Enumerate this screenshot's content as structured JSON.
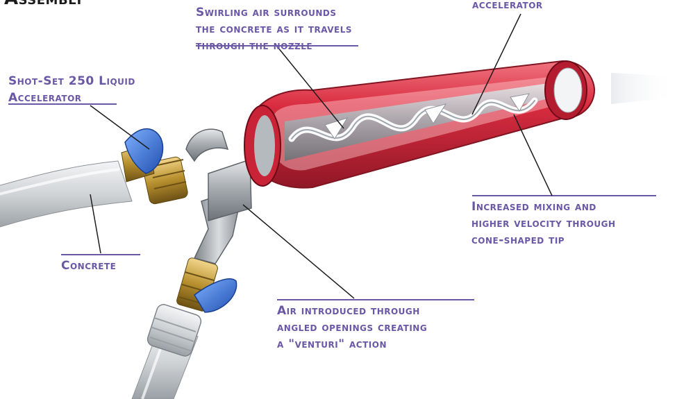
{
  "title": "Assembly",
  "callouts": {
    "swirl": [
      "Swirling air surrounds",
      "the concrete as it travels",
      "through the nozzle"
    ],
    "accelerator_top": "accelerator",
    "shotset": [
      "Shot-Set 250 Liquid",
      "Accelerator"
    ],
    "mixing": [
      "Increased mixing and",
      "higher velocity through",
      "cone-shaped tip"
    ],
    "concrete": "Concrete",
    "air": [
      "Air introduced through",
      "angled openings creating",
      "a \"venturi\" action"
    ]
  },
  "colors": {
    "label": "#6a58a6",
    "nozzle_red": "#d8263a",
    "valve_blue": "#2f6fd6",
    "brass": "#b8902e",
    "hose": "#d7dadc",
    "steel": "#9ea3a8"
  }
}
